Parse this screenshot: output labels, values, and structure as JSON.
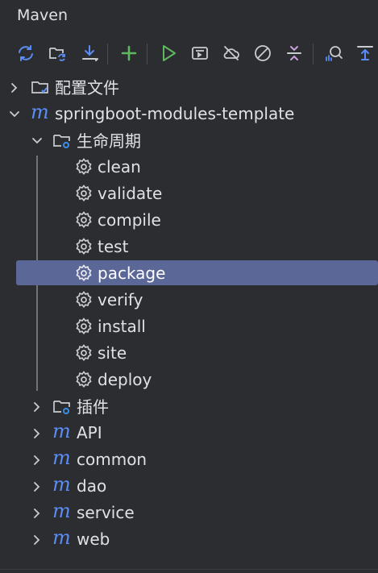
{
  "panel": {
    "title": "Maven"
  },
  "toolbar": {
    "icons": [
      "reload-icon",
      "reload-folder-icon",
      "download-sources-icon",
      "add-icon",
      "run-icon",
      "execute-goal-icon",
      "offline-mode-icon",
      "skip-tests-icon",
      "collapse-icon",
      "analyze-icon",
      "expand-icon"
    ]
  },
  "tree": {
    "profiles": "配置文件",
    "root_project": "springboot-modules-template",
    "lifecycle": "生命周期",
    "phases": [
      "clean",
      "validate",
      "compile",
      "test",
      "package",
      "verify",
      "install",
      "site",
      "deploy"
    ],
    "selected_phase": "package",
    "plugins": "插件",
    "modules": [
      "API",
      "common",
      "dao",
      "service",
      "web"
    ],
    "module_icon_letter": "m"
  },
  "colors": {
    "background": "#2b2d30",
    "selection": "#5b6797",
    "module_icon": "#5b8df5",
    "run_green": "#5fb85f",
    "add_green": "#5fb85f",
    "toolbar_blue": "#5b8df5",
    "gear_badge": "#3a8ee6"
  }
}
